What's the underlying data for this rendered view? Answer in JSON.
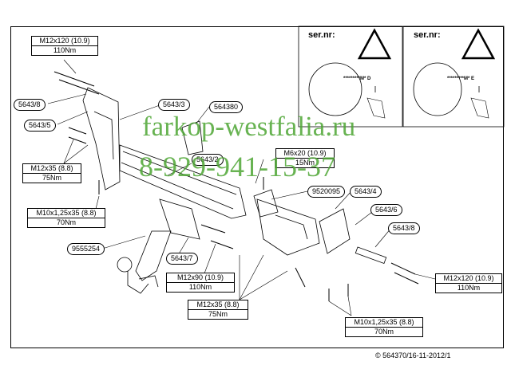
{
  "specs": {
    "s1": {
      "top": "M12x120 (10.9)",
      "bottom": "110Nm"
    },
    "s2": {
      "top": "M12x35 (8.8)",
      "bottom": "75Nm"
    },
    "s3": {
      "top": "M10x1,25x35 (8.8)",
      "bottom": "70Nm"
    },
    "s4": {
      "top": "M12x90 (10.9)",
      "bottom": "110Nm"
    },
    "s5": {
      "top": "M12x35 (8.8)",
      "bottom": "75Nm"
    },
    "s6": {
      "top": "M6x20 (10.9)",
      "bottom": "15Nm"
    },
    "s7": {
      "top": "M12x120 (10.9)",
      "bottom": "110Nm"
    },
    "s8": {
      "top": "M10x1,25x35 (8.8)",
      "bottom": "70Nm"
    }
  },
  "callouts": {
    "c1": "5643/8",
    "c2": "5643/5",
    "c3": "5643/3",
    "c4": "564380",
    "c5": "5643/2",
    "c6": "9520095",
    "c7": "5643/4",
    "c8": "5643/6",
    "c9": "5643/8",
    "c10": "9555254",
    "c11": "5643/7"
  },
  "warning_panels": {
    "left": {
      "label": "ser.nr:",
      "plate": "*********M* D"
    },
    "right": {
      "label": "ser.nr:",
      "plate": "*********M* E"
    }
  },
  "watermark": {
    "line1": "farkop-westfalia.ru",
    "line2": "8-929-941-15-37"
  },
  "copyright": "© 564370/16-11-2012/1",
  "colors": {
    "watermark": "#4ea635",
    "line": "#000000"
  }
}
